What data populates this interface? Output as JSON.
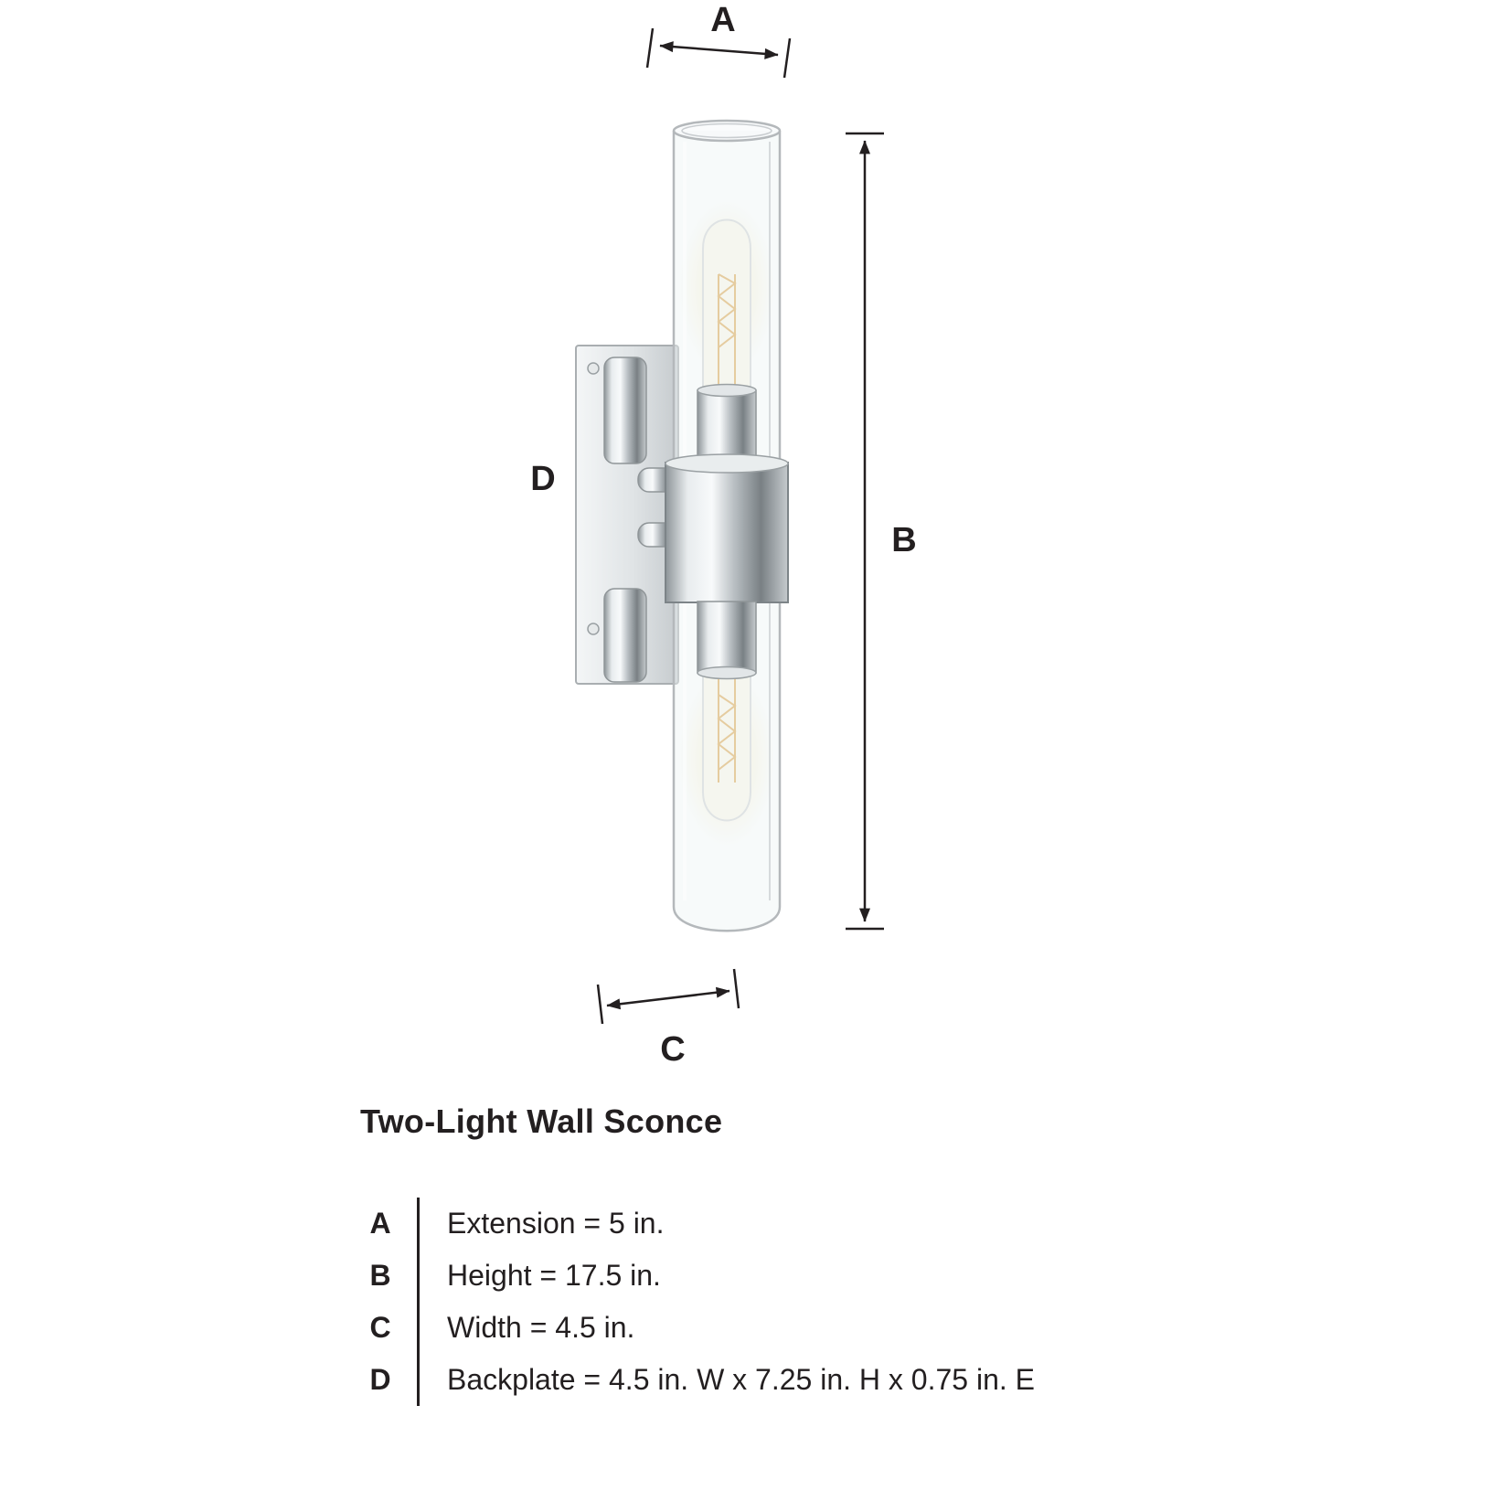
{
  "title": "Two-Light Wall Sconce",
  "diagram": {
    "dim_a_label": "A",
    "dim_b_label": "B",
    "dim_c_label": "C",
    "dim_d_label": "D"
  },
  "legend": {
    "rows": [
      {
        "key": "A",
        "desc": "Extension = 5 in."
      },
      {
        "key": "B",
        "desc": "Height = 17.5 in."
      },
      {
        "key": "C",
        "desc": "Width = 4.5 in."
      },
      {
        "key": "D",
        "desc": "Backplate = 4.5 in. W x 7.25 in. H x 0.75 in. E"
      }
    ]
  },
  "colors": {
    "line": "#231f20",
    "chrome_dark": "#798084",
    "chrome_light": "#f8fafb",
    "glass_stroke": "#b4b8bb",
    "glow": "#f7ecc9"
  }
}
